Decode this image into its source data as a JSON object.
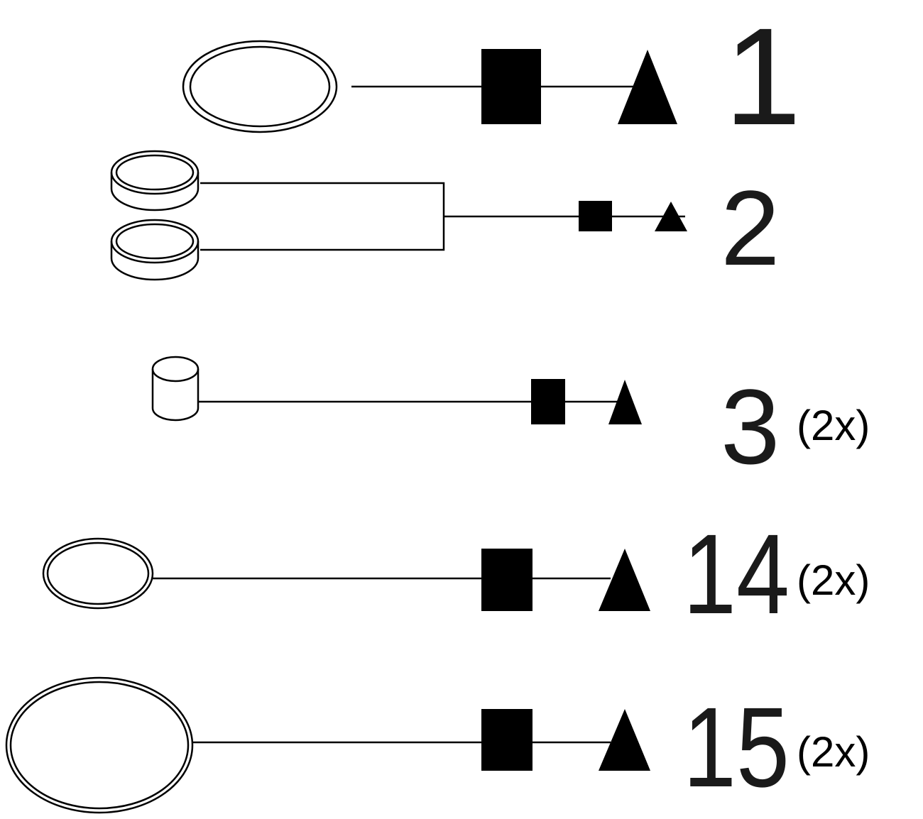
{
  "title": "Parts diagram",
  "items": [
    {
      "label": "1",
      "qty": "",
      "part_shape": "large-ring"
    },
    {
      "label": "2",
      "qty": "",
      "part_shape": "two-discs"
    },
    {
      "label": "3",
      "qty": "(2x)",
      "part_shape": "small-cylinder"
    },
    {
      "label": "14",
      "qty": "(2x)",
      "part_shape": "small-ring"
    },
    {
      "label": "15",
      "qty": "(2x)",
      "part_shape": "extra-large-ring"
    }
  ],
  "colors": {
    "ink": "#000000",
    "background": "#ffffff"
  }
}
